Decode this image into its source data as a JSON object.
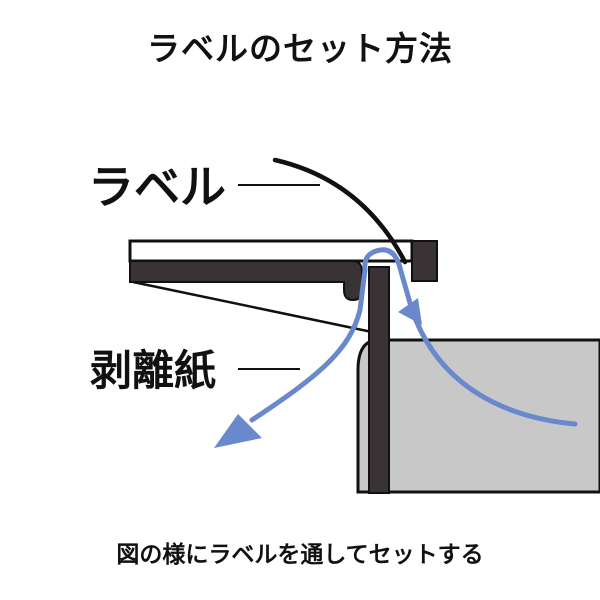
{
  "title": "ラベルのセット方法",
  "diagram": {
    "label_text": "ラベル",
    "release_paper_text": "剥離紙"
  },
  "caption": "図の様にラベルを通してセットする",
  "colors": {
    "arrow": "#6a88cc",
    "printer_body": "#c8c8c8",
    "dark_part": "#3a3335"
  }
}
